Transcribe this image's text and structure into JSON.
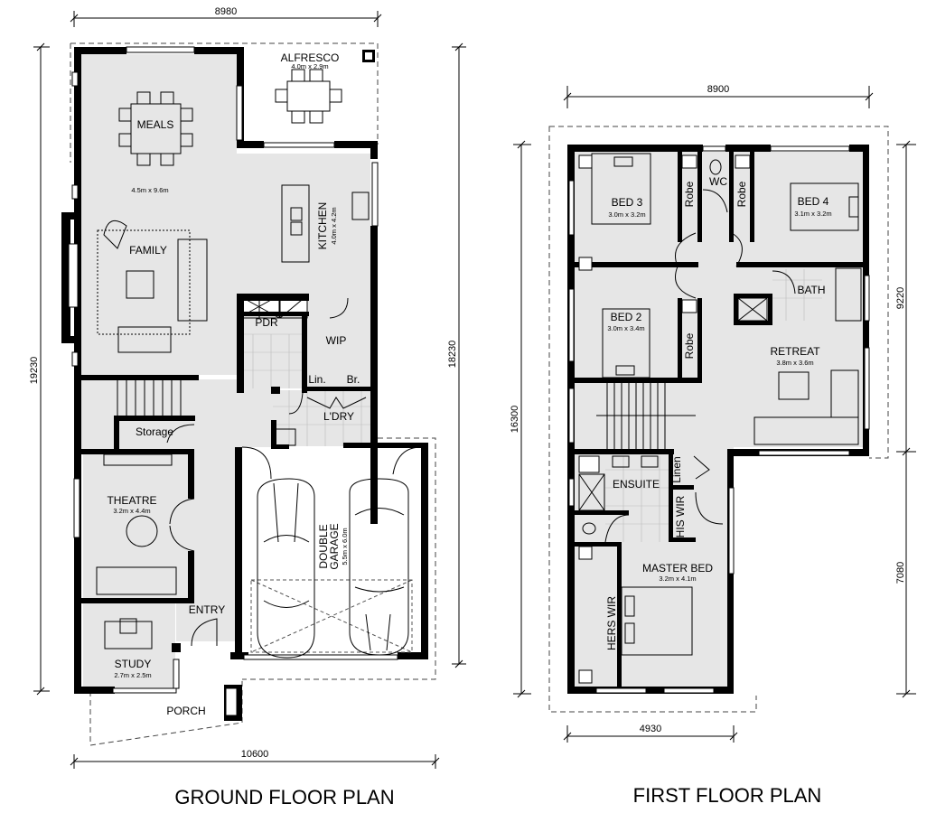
{
  "ground_floor": {
    "title": "GROUND FLOOR PLAN",
    "dimensions": {
      "top": "8980",
      "left": "19230",
      "right": "18230",
      "bottom": "10600"
    },
    "rooms": {
      "alfresco": {
        "label": "ALFRESCO",
        "size": "4.0m x 2.9m"
      },
      "meals": {
        "label": "MEALS"
      },
      "living_size": "4.5m x 9.6m",
      "family": {
        "label": "FAMILY"
      },
      "kitchen": {
        "label": "KITCHEN",
        "size": "4.0m x 4.2m"
      },
      "pdr": {
        "label": "PDR"
      },
      "wip": {
        "label": "WIP"
      },
      "linen": {
        "label": "Lin."
      },
      "broom": {
        "label": "Br."
      },
      "laundry": {
        "label": "L'DRY"
      },
      "storage": {
        "label": "Storage"
      },
      "theatre": {
        "label": "THEATRE",
        "size": "3.2m x 4.4m"
      },
      "garage": {
        "label1": "DOUBLE",
        "label2": "GARAGE",
        "size": "5.5m x 6.0m"
      },
      "entry": {
        "label": "ENTRY"
      },
      "study": {
        "label": "STUDY",
        "size": "2.7m x 2.5m"
      },
      "porch": {
        "label": "PORCH"
      }
    }
  },
  "first_floor": {
    "title": "FIRST FLOOR PLAN",
    "dimensions": {
      "top": "8900",
      "left": "16300",
      "right_upper": "9220",
      "right_lower": "7080",
      "bottom": "4930"
    },
    "rooms": {
      "bed3": {
        "label": "BED 3",
        "size": "3.0m x 3.2m"
      },
      "robe_bed3": {
        "label": "Robe"
      },
      "wc": {
        "label": "WC"
      },
      "robe_bed4": {
        "label": "Robe"
      },
      "bed4": {
        "label": "BED 4",
        "size": "3.1m x 3.2m"
      },
      "bed2": {
        "label": "BED 2",
        "size": "3.0m x 3.4m"
      },
      "robe_bed2": {
        "label": "Robe"
      },
      "bath": {
        "label": "BATH"
      },
      "retreat": {
        "label": "RETREAT",
        "size": "3.8m x 3.6m"
      },
      "ensuite": {
        "label": "ENSUITE"
      },
      "linen": {
        "label": "Linen"
      },
      "his_wir": {
        "label": "HIS WIR"
      },
      "master": {
        "label": "MASTER BED",
        "size": "3.2m x 4.1m"
      },
      "hers_wir": {
        "label": "HERS WIR"
      }
    }
  }
}
